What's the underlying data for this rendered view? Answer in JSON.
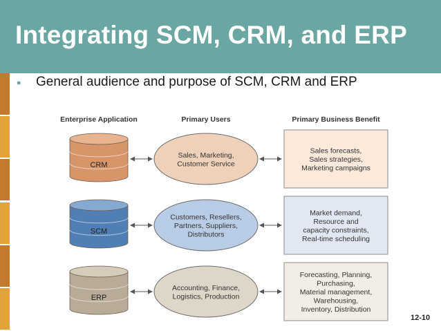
{
  "slide": {
    "title": "Integrating SCM, CRM, and ERP",
    "bullet": "General audience and purpose of SCM, CRM and ERP",
    "slide_number": "12-10"
  },
  "columns": {
    "application": "Enterprise Application",
    "users": "Primary Users",
    "benefit": "Primary Business Benefit"
  },
  "rows": [
    {
      "app": "CRM",
      "users": [
        "Sales, Marketing,",
        "Customer Service"
      ],
      "benefit": [
        "Sales forecasts,",
        "Sales strategies,",
        "Marketing campaigns"
      ],
      "colors": {
        "drum": "#d9956a",
        "drum_top": "#e8b48f",
        "oval": "#efd0b8",
        "box": "#fbeadb"
      }
    },
    {
      "app": "SCM",
      "users": [
        "Customers, Resellers,",
        "Partners, Suppliers,",
        "Distributors"
      ],
      "benefit": [
        "Market demand,",
        "Resource and",
        "capacity constraints,",
        "Real-time scheduling"
      ],
      "colors": {
        "drum": "#4f7fb5",
        "drum_top": "#86a9d1",
        "oval": "#b9cce5",
        "box": "#e2e8f3"
      }
    },
    {
      "app": "ERP",
      "users": [
        "Accounting, Finance,",
        "Logistics, Production"
      ],
      "benefit": [
        "Forecasting, Planning,",
        "Purchasing,",
        "Material management,",
        "Warehousing,",
        "Inventory, Distribution"
      ],
      "colors": {
        "drum": "#b8ac98",
        "drum_top": "#d6ccbb",
        "oval": "#ded6c8",
        "box": "#f2eee6"
      }
    }
  ],
  "theme": {
    "header": "#6aa6a2",
    "left_strips": [
      "#c27a2e",
      "#e2a23d",
      "#c27a2e",
      "#e2a23d",
      "#c27a2e",
      "#e2a23d"
    ]
  }
}
